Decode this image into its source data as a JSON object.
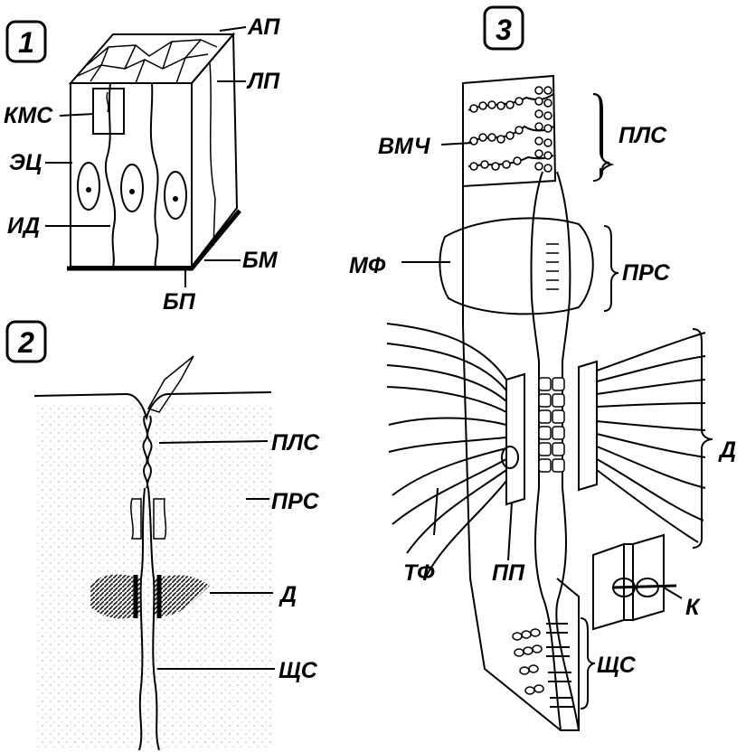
{
  "panels": [
    {
      "number": "1",
      "labels": {
        "ap": "АП",
        "lp": "ЛП",
        "kms": "КМС",
        "ec": "ЭЦ",
        "id": "ИД",
        "bm": "БМ",
        "bp": "БП"
      }
    },
    {
      "number": "2",
      "labels": {
        "pls": "ПЛС",
        "prs": "ПРС",
        "d": "Д",
        "shs": "ЩС"
      }
    },
    {
      "number": "3",
      "labels": {
        "vmch": "ВМЧ",
        "pls": "ПЛС",
        "mf": "МФ",
        "prs": "ПРС",
        "d": "Д",
        "tf": "ТФ",
        "pp": "ПП",
        "k": "К",
        "shs": "ЩС"
      }
    }
  ],
  "colors": {
    "ink": "#000000",
    "paper": "#ffffff"
  }
}
